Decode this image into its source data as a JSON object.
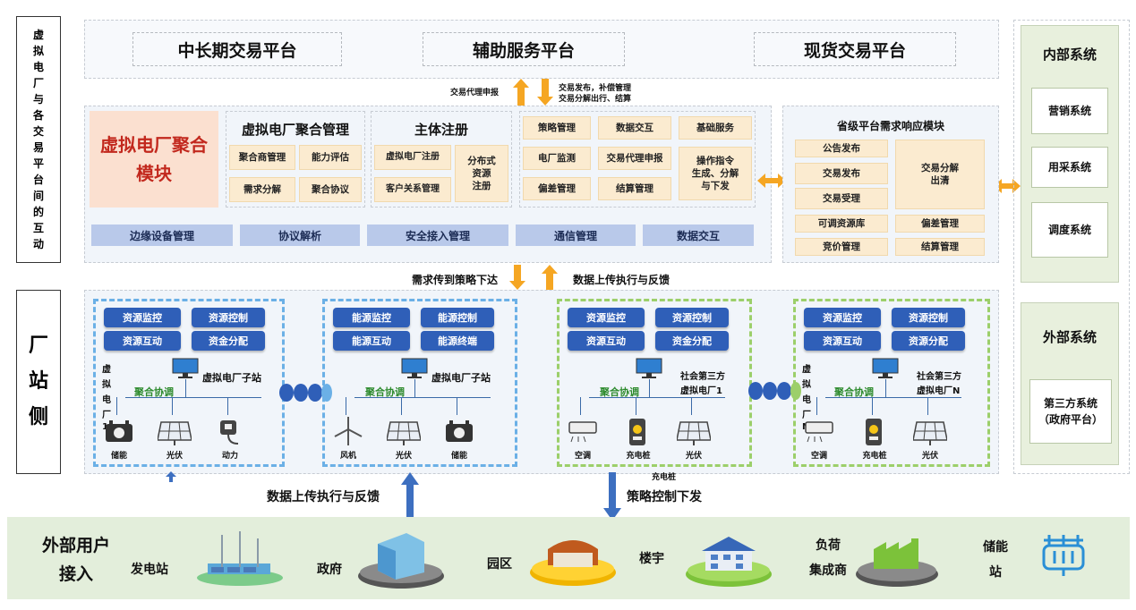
{
  "left_title": [
    "虚",
    "拟",
    "电",
    "厂",
    "与",
    "各",
    "交",
    "易",
    "平",
    "台",
    "间",
    "的",
    "互",
    "动"
  ],
  "station_title": [
    "厂",
    "站",
    "侧"
  ],
  "platforms": [
    "中长期交易平台",
    "辅助服务平台",
    "现货交易平台"
  ],
  "top_arrows": {
    "left": "交易代理申报",
    "right_line1": "交易发布，补偿管理",
    "right_line2": "交易分解出行、结算"
  },
  "vpp_module": {
    "line1": "虚拟电厂聚合",
    "line2": "模块"
  },
  "agg_mgmt": {
    "title": "虚拟电厂聚合管理",
    "items": [
      "聚合商管理",
      "能力评估",
      "需求分解",
      "聚合协议"
    ]
  },
  "registration": {
    "title": "主体注册",
    "items": [
      "虚拟电厂注册",
      "客户关系管理"
    ],
    "tall_line1": "分布式",
    "tall_line2": "资源",
    "tall_line3": "注册"
  },
  "grid9": [
    "策略管理",
    "数据交互",
    "基础服务",
    "电厂监测",
    "交易代理申报",
    "偏差管理",
    "结算管理"
  ],
  "op_cmd": {
    "line1": "操作指令",
    "line2": "生成、分解",
    "line3": "与下发"
  },
  "bottom_bars": [
    "边缘设备管理",
    "协议解析",
    "安全接入管理",
    "通信管理",
    "数据交互"
  ],
  "province": {
    "title": "省级平台需求响应模块",
    "left": [
      "公告发布",
      "交易发布",
      "交易受理",
      "可调资源库",
      "竞价管理"
    ],
    "right_top_l1": "交易分解",
    "right_top_l2": "出清",
    "right": [
      "偏差管理",
      "结算管理"
    ]
  },
  "internal": {
    "title": "内部系统",
    "items": [
      "营销系统",
      "用采系统",
      "调度系统"
    ]
  },
  "external": {
    "title": "外部系统",
    "box_l1": "第三方系统",
    "box_l2": "（政府平台）"
  },
  "mid_arrows": {
    "left": "需求传到策略下达",
    "right": "数据上传执行与反馈"
  },
  "stations": [
    {
      "btns": [
        "资源监控",
        "资源控制",
        "资源互动",
        "资金分配"
      ],
      "name": "虚拟电厂子站",
      "agg": "聚合协调",
      "vert": [
        "虚",
        "拟",
        "电",
        "厂",
        "1"
      ],
      "devices": [
        "储能",
        "光伏",
        "动力"
      ]
    },
    {
      "btns": [
        "能源监控",
        "能源控制",
        "能源互动",
        "能源终端"
      ],
      "name": "虚拟电厂子站",
      "agg": "聚合协调",
      "devices": [
        "风机",
        "光伏",
        "储能"
      ]
    },
    {
      "btns": [
        "资源监控",
        "资源控制",
        "资源互动",
        "资金分配"
      ],
      "name_l1": "社会第三方",
      "name_l2": "虚拟电厂1",
      "agg": "聚合协调",
      "devices": [
        "空调",
        "充电桩",
        "光伏"
      ],
      "extra": "充电桩"
    },
    {
      "btns": [
        "资源监控",
        "资源控制",
        "资源互动",
        "资源分配"
      ],
      "name_l1": "社会第三方",
      "name_l2": "虚拟电厂N",
      "agg": "聚合协调",
      "vert": [
        "虚",
        "拟",
        "电",
        "厂",
        "N"
      ],
      "devices": [
        "空调",
        "充电桩",
        "光伏"
      ]
    }
  ],
  "lower_arrows": {
    "left": "数据上传执行与反馈",
    "right": "策略控制下发"
  },
  "users": {
    "title_l1": "外部用户",
    "title_l2": "接入",
    "items": [
      "发电站",
      "政府",
      "园区",
      "楼宇"
    ],
    "load_l1": "负荷",
    "load_l2": "集成商",
    "storage_l1": "储能",
    "storage_l2": "站"
  },
  "colors": {
    "orange_box": "#fbebd0",
    "blue_btn": "#2f5fb8",
    "bar": "#b9c9ea",
    "green_side": "#e8f0dd",
    "arrow_orange": "#f5a623",
    "arrow_blue": "#3d6fc0"
  }
}
